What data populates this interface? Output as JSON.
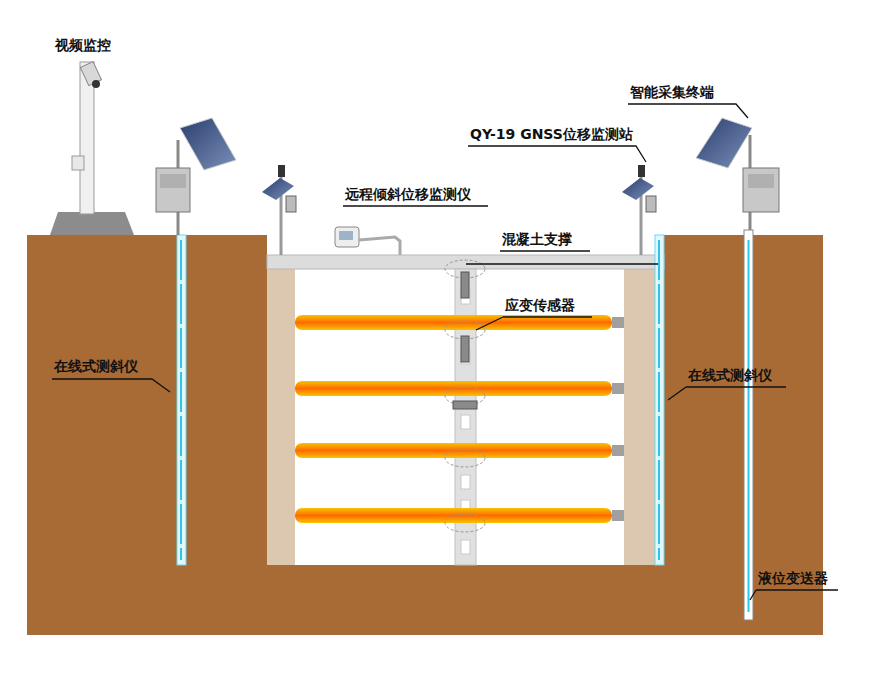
{
  "diagram": {
    "labels": [
      "视频监控",
      "智能采集终端",
      "QY-19 GNSS位移监测站",
      "远程倾斜位移监测仪",
      "混凝土支撑",
      "应变传感器",
      "在线式测斜仪",
      "在线式测斜仪",
      "液位变送器"
    ]
  }
}
